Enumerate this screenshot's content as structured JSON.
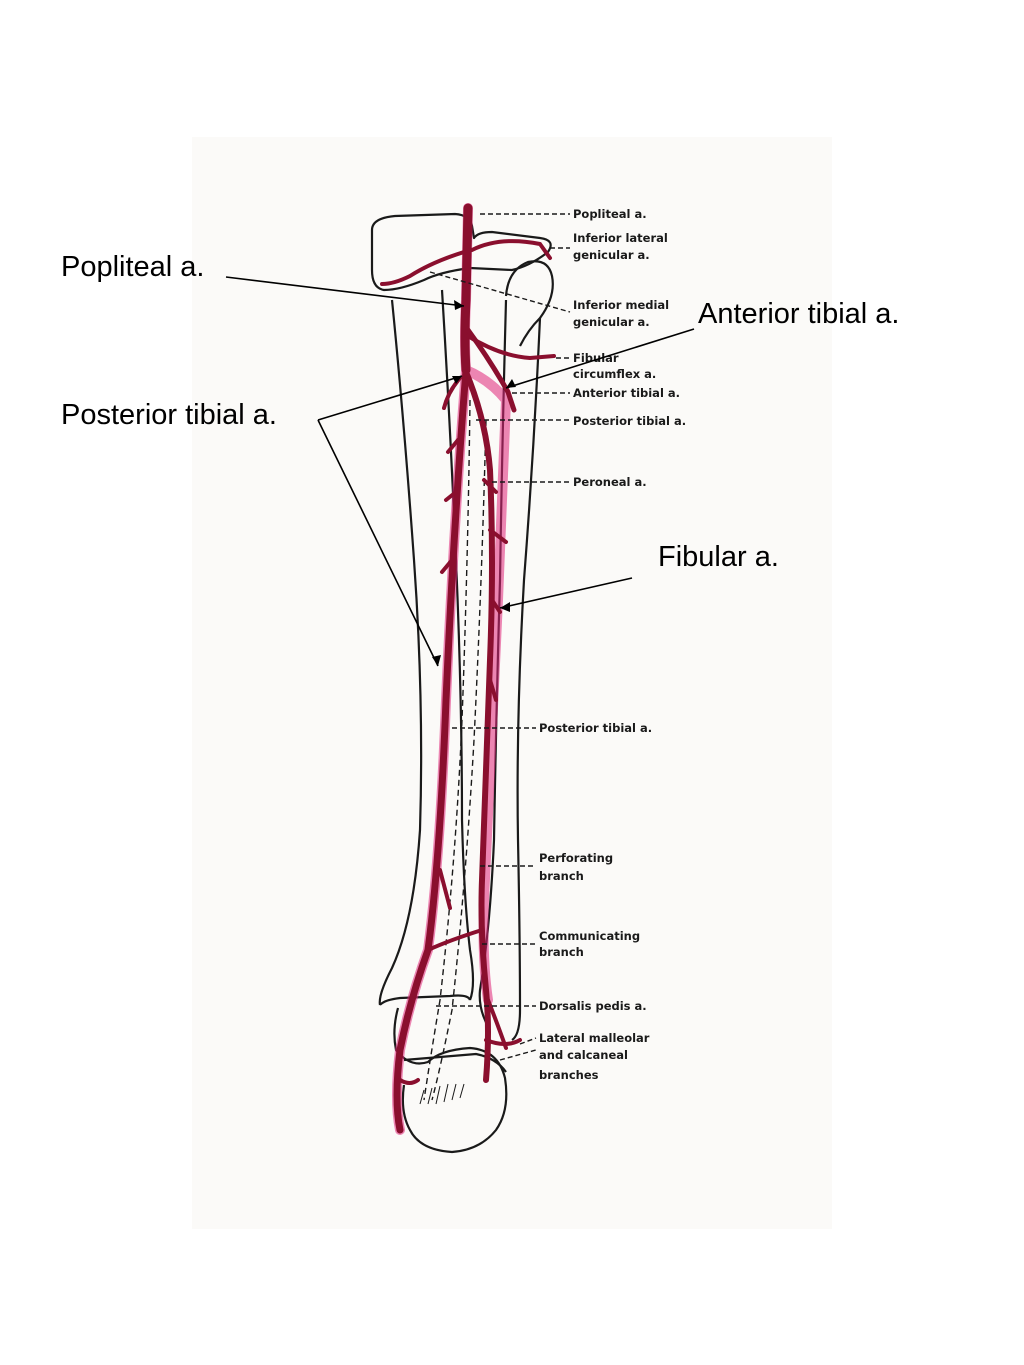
{
  "callouts": {
    "popliteal": "Popliteal a.",
    "anterior_tibial": "Anterior tibial a.",
    "posterior_tibial": "Posterior tibial a.",
    "fibular": "Fibular a."
  },
  "figure_labels": {
    "popliteal": "Popliteal a.",
    "inferior_lateral_genicular_1": "Inferior lateral",
    "inferior_lateral_genicular_2": "genicular a.",
    "inferior_medial_genicular_1": "Inferior medial",
    "inferior_medial_genicular_2": "genicular a.",
    "fibular_circumflex_1": "Fibular",
    "fibular_circumflex_2": "circumflex a.",
    "anterior_tibial": "Anterior tibial a.",
    "posterior_tibial_upper": "Posterior tibial a.",
    "peroneal": "Peroneal a.",
    "posterior_tibial_lower": "Posterior tibial a.",
    "perforating_1": "Perforating",
    "perforating_2": "branch",
    "communicating_1": "Communicating",
    "communicating_2": "branch",
    "dorsalis_pedis": "Dorsalis pedis a.",
    "lateral_malleolar_1": "Lateral malleolar",
    "lateral_malleolar_2": "and calcaneal",
    "lateral_malleolar_3": "branches"
  },
  "colors": {
    "artery": "#8a0f2e",
    "artery_highlight": "#e0267a",
    "bone_outline": "#1a1a1a",
    "panel_background": "#fbfaf8"
  }
}
